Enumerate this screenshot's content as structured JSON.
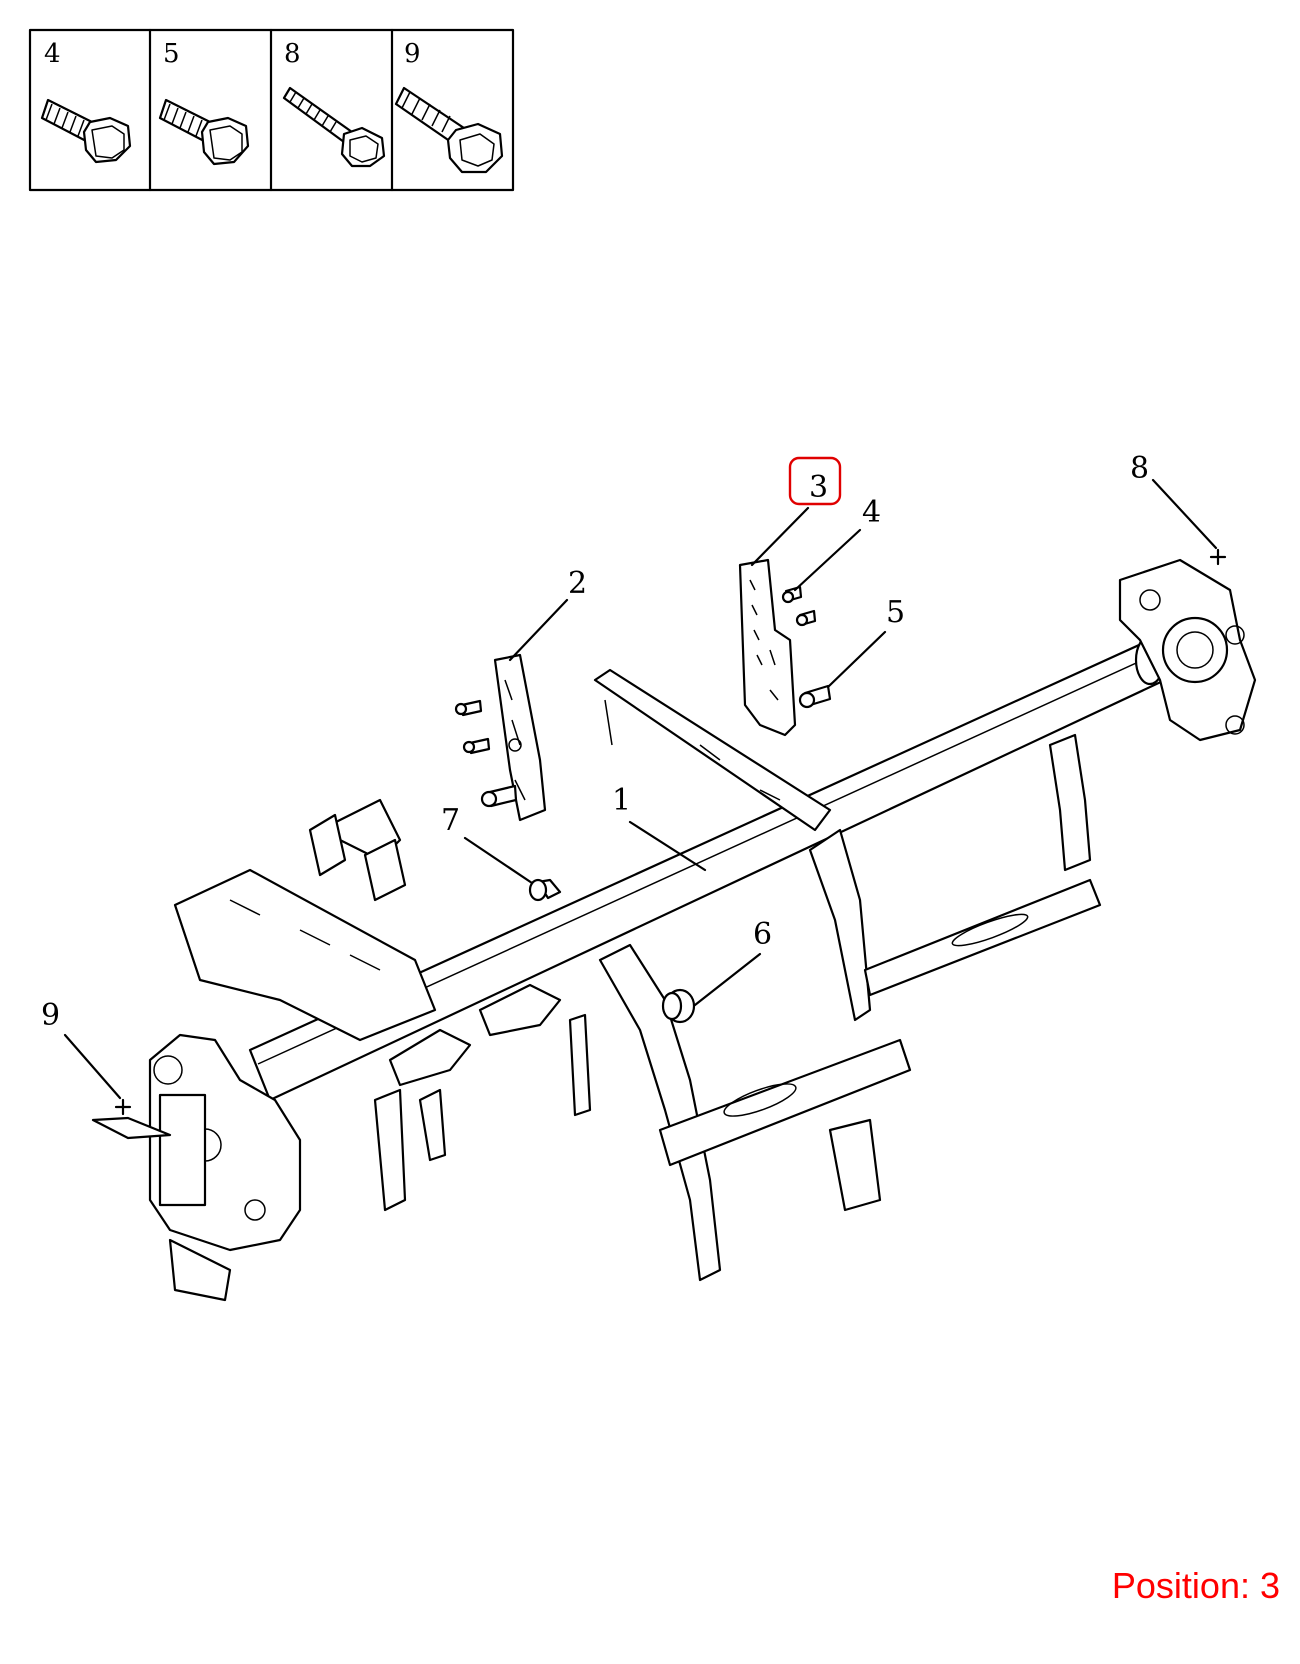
{
  "legend": {
    "cells": [
      {
        "number": "4"
      },
      {
        "number": "5"
      },
      {
        "number": "8"
      },
      {
        "number": "9"
      }
    ]
  },
  "callouts": [
    "1",
    "2",
    "3",
    "4",
    "5",
    "6",
    "7",
    "8",
    "9"
  ],
  "highlighted_callout": "3",
  "position_label": "Position: 3",
  "colors": {
    "highlight": "#e00000",
    "position_text": "#ff0000",
    "lines": "#000000"
  }
}
